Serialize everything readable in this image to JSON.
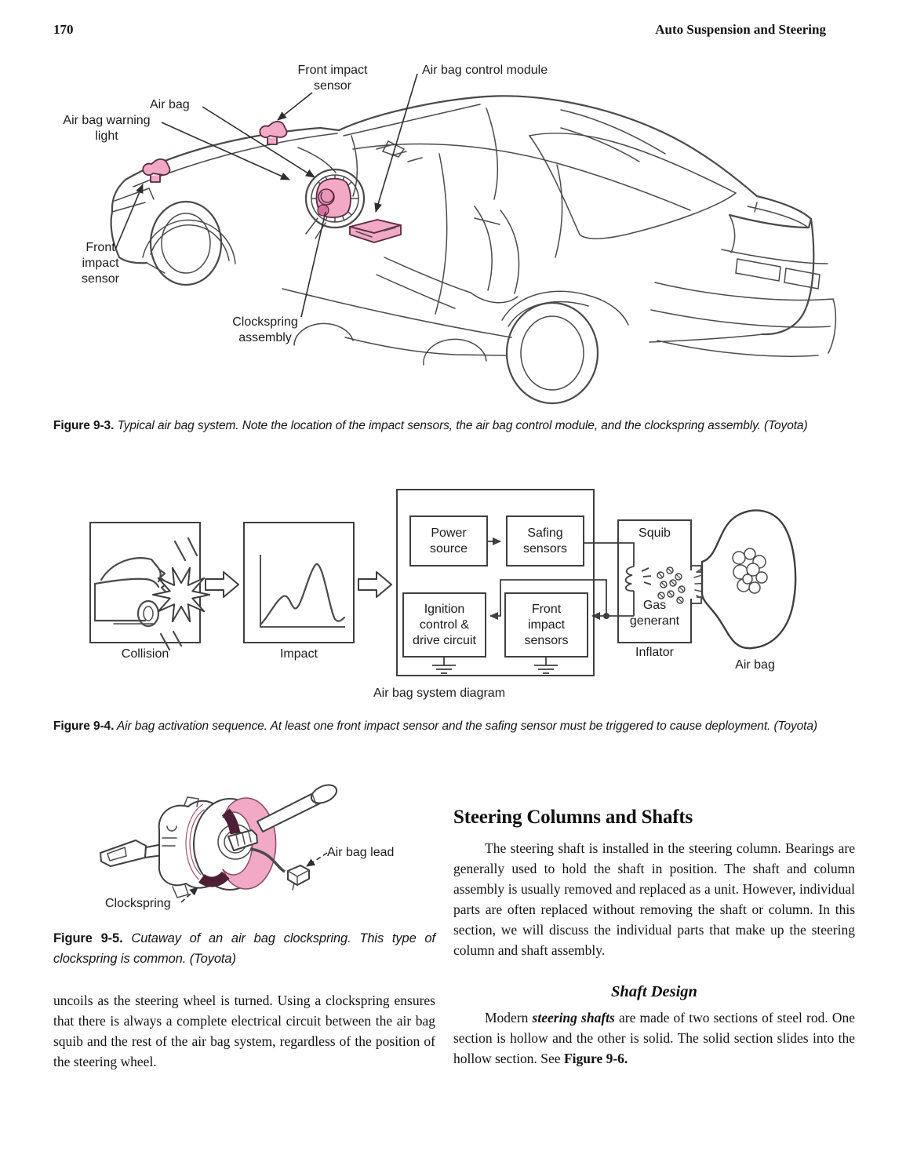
{
  "page": {
    "number": "170",
    "header_right": "Auto Suspension and Steering"
  },
  "colors": {
    "highlight_pink": "#F2A9C5",
    "highlight_dark": "#4D2036",
    "line_art": "#4a4a4c"
  },
  "figure3": {
    "labels": {
      "front_sensor_top": "Front impact\nsensor",
      "control_module": "Air bag control module",
      "air_bag": "Air bag",
      "warning_light": "Air bag warning\nlight",
      "front_sensor_left": "Front\nimpact\nsensor",
      "clockspring_assembly": "Clockspring\nassembly"
    },
    "caption_lead": "Figure 9-3.",
    "caption_text": " Typical air bag system. Note the location of the impact sensors, the air bag control module, and the clockspring assembly. (Toyota)"
  },
  "figure4": {
    "boxes": {
      "collision": "Collision",
      "impact": "Impact",
      "power": "Power\nsource",
      "safing": "Safing\nsensors",
      "ignition": "Ignition\ncontrol &\ndrive circuit",
      "front_impact": "Front\nimpact\nsensors",
      "squib": "Squib",
      "gas_generant": "Gas\ngenerant"
    },
    "labels": {
      "inflator": "Inflator",
      "air_bag": "Air bag",
      "diagram_title": "Air bag system diagram"
    },
    "caption_lead": "Figure 9-4.",
    "caption_text": " Air bag activation sequence. At least one front impact sensor and the safing sensor must be triggered to cause deployment. (Toyota)"
  },
  "figure5": {
    "labels": {
      "air_bag_lead": "Air bag lead",
      "clockspring": "Clockspring"
    },
    "caption_lead": "Figure 9-5.",
    "caption_text": " Cutaway of an air bag clockspring. This type of clockspring is common. (Toyota)"
  },
  "left_column": {
    "continuation": "uncoils as the steering wheel is turned. Using a clockspring ensures that there is always a complete electrical circuit between the air bag squib and the rest of the air bag system, regardless of the position of the steering wheel."
  },
  "right_column": {
    "heading": "Steering Columns and Shafts",
    "para1": "The steering shaft is installed in the steering column. Bearings are generally used to hold the shaft in position. The shaft and column assembly is usually removed and replaced as a unit. However, individual parts are often replaced without removing the shaft or column. In this section, we will discuss the individual parts that make up the steering column and shaft assembly.",
    "subheading": "Shaft Design",
    "para2_parts": [
      "Modern ",
      "steering shafts",
      " are made of two sections of steel rod. One section is hollow and the other is solid. The solid section slides into the hollow section. See ",
      "Figure 9-6."
    ]
  }
}
